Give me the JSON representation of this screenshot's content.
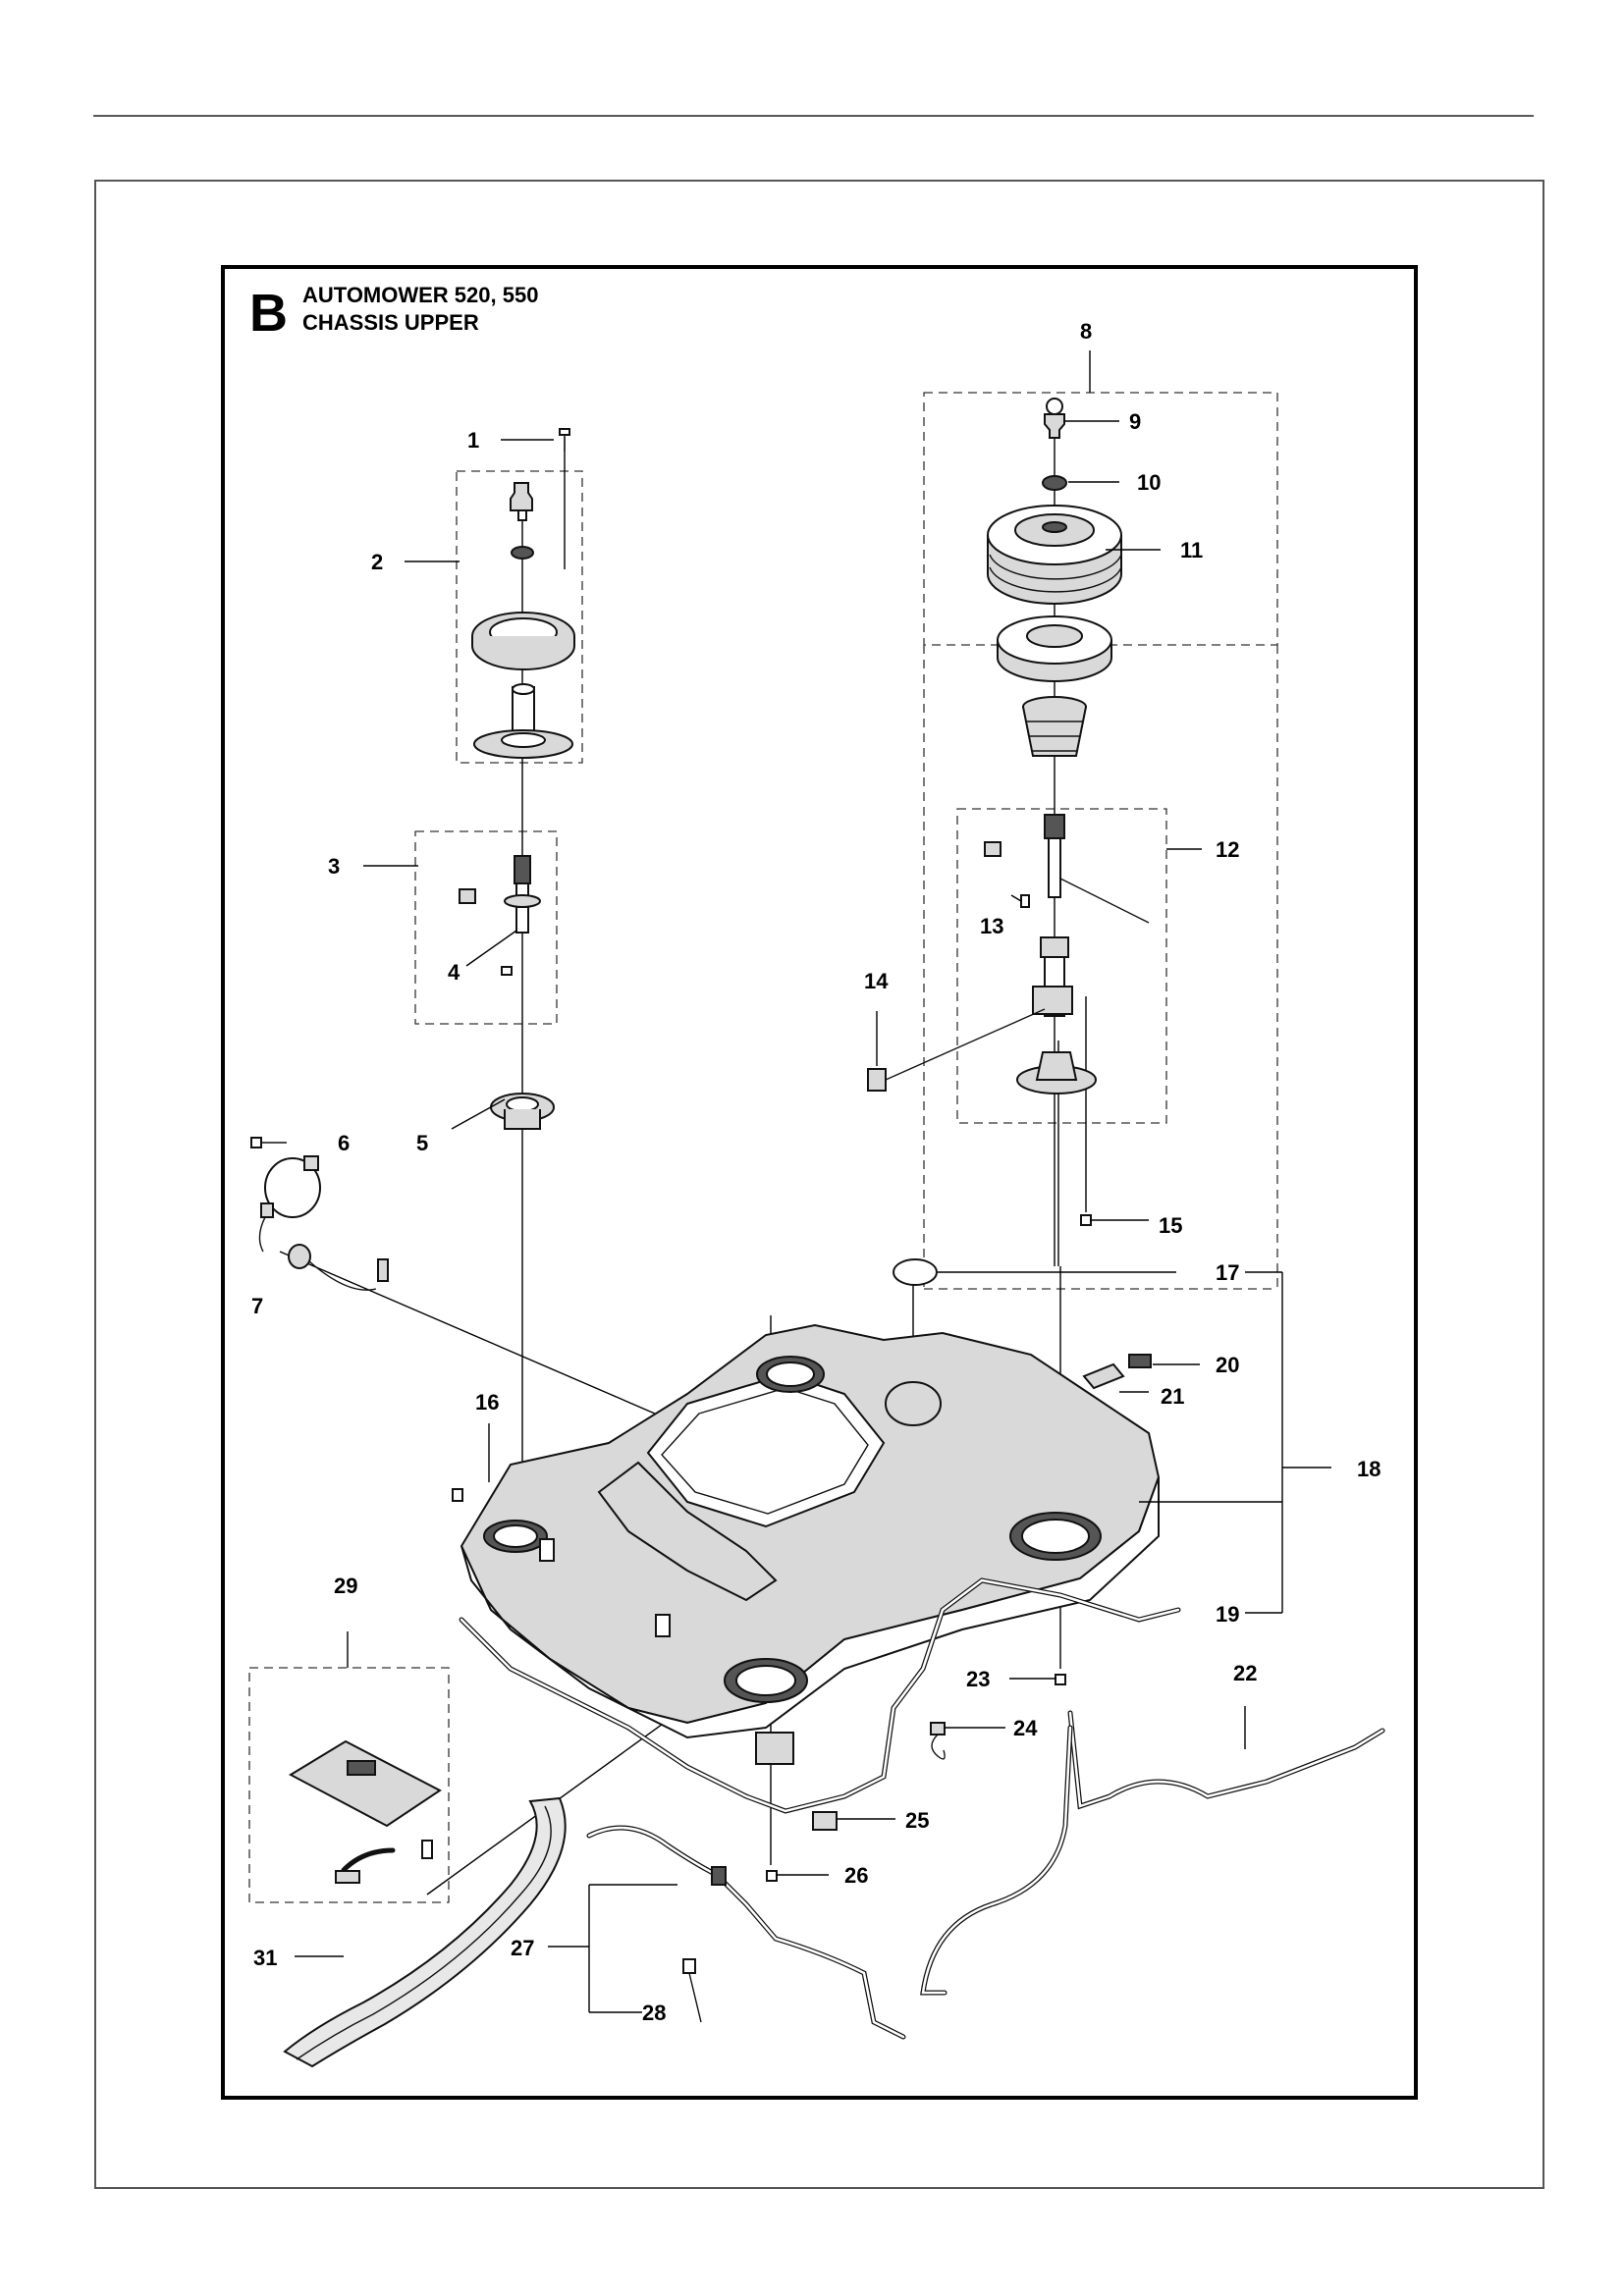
{
  "header": {
    "section_letter": "B",
    "title_line1": "AUTOMOWER 520, 550",
    "title_line2": "CHASSIS UPPER"
  },
  "callouts": [
    {
      "id": "callout-1",
      "text": "1"
    },
    {
      "id": "callout-2",
      "text": "2"
    },
    {
      "id": "callout-3",
      "text": "3"
    },
    {
      "id": "callout-4",
      "text": "4"
    },
    {
      "id": "callout-5",
      "text": "5"
    },
    {
      "id": "callout-6",
      "text": "6"
    },
    {
      "id": "callout-7",
      "text": "7"
    },
    {
      "id": "callout-8",
      "text": "8"
    },
    {
      "id": "callout-9",
      "text": "9"
    },
    {
      "id": "callout-10",
      "text": "10"
    },
    {
      "id": "callout-11",
      "text": "11"
    },
    {
      "id": "callout-12",
      "text": "12"
    },
    {
      "id": "callout-13",
      "text": "13"
    },
    {
      "id": "callout-14",
      "text": "14"
    },
    {
      "id": "callout-15",
      "text": "15"
    },
    {
      "id": "callout-16",
      "text": "16"
    },
    {
      "id": "callout-17",
      "text": "17"
    },
    {
      "id": "callout-18",
      "text": "18"
    },
    {
      "id": "callout-19",
      "text": "19"
    },
    {
      "id": "callout-20",
      "text": "20"
    },
    {
      "id": "callout-21",
      "text": "21"
    },
    {
      "id": "callout-22",
      "text": "22"
    },
    {
      "id": "callout-23",
      "text": "23"
    },
    {
      "id": "callout-24",
      "text": "24"
    },
    {
      "id": "callout-25",
      "text": "25"
    },
    {
      "id": "callout-26",
      "text": "26"
    },
    {
      "id": "callout-27",
      "text": "27"
    },
    {
      "id": "callout-28",
      "text": "28"
    },
    {
      "id": "callout-29",
      "text": "29"
    },
    {
      "id": "callout-31",
      "text": "31"
    }
  ]
}
